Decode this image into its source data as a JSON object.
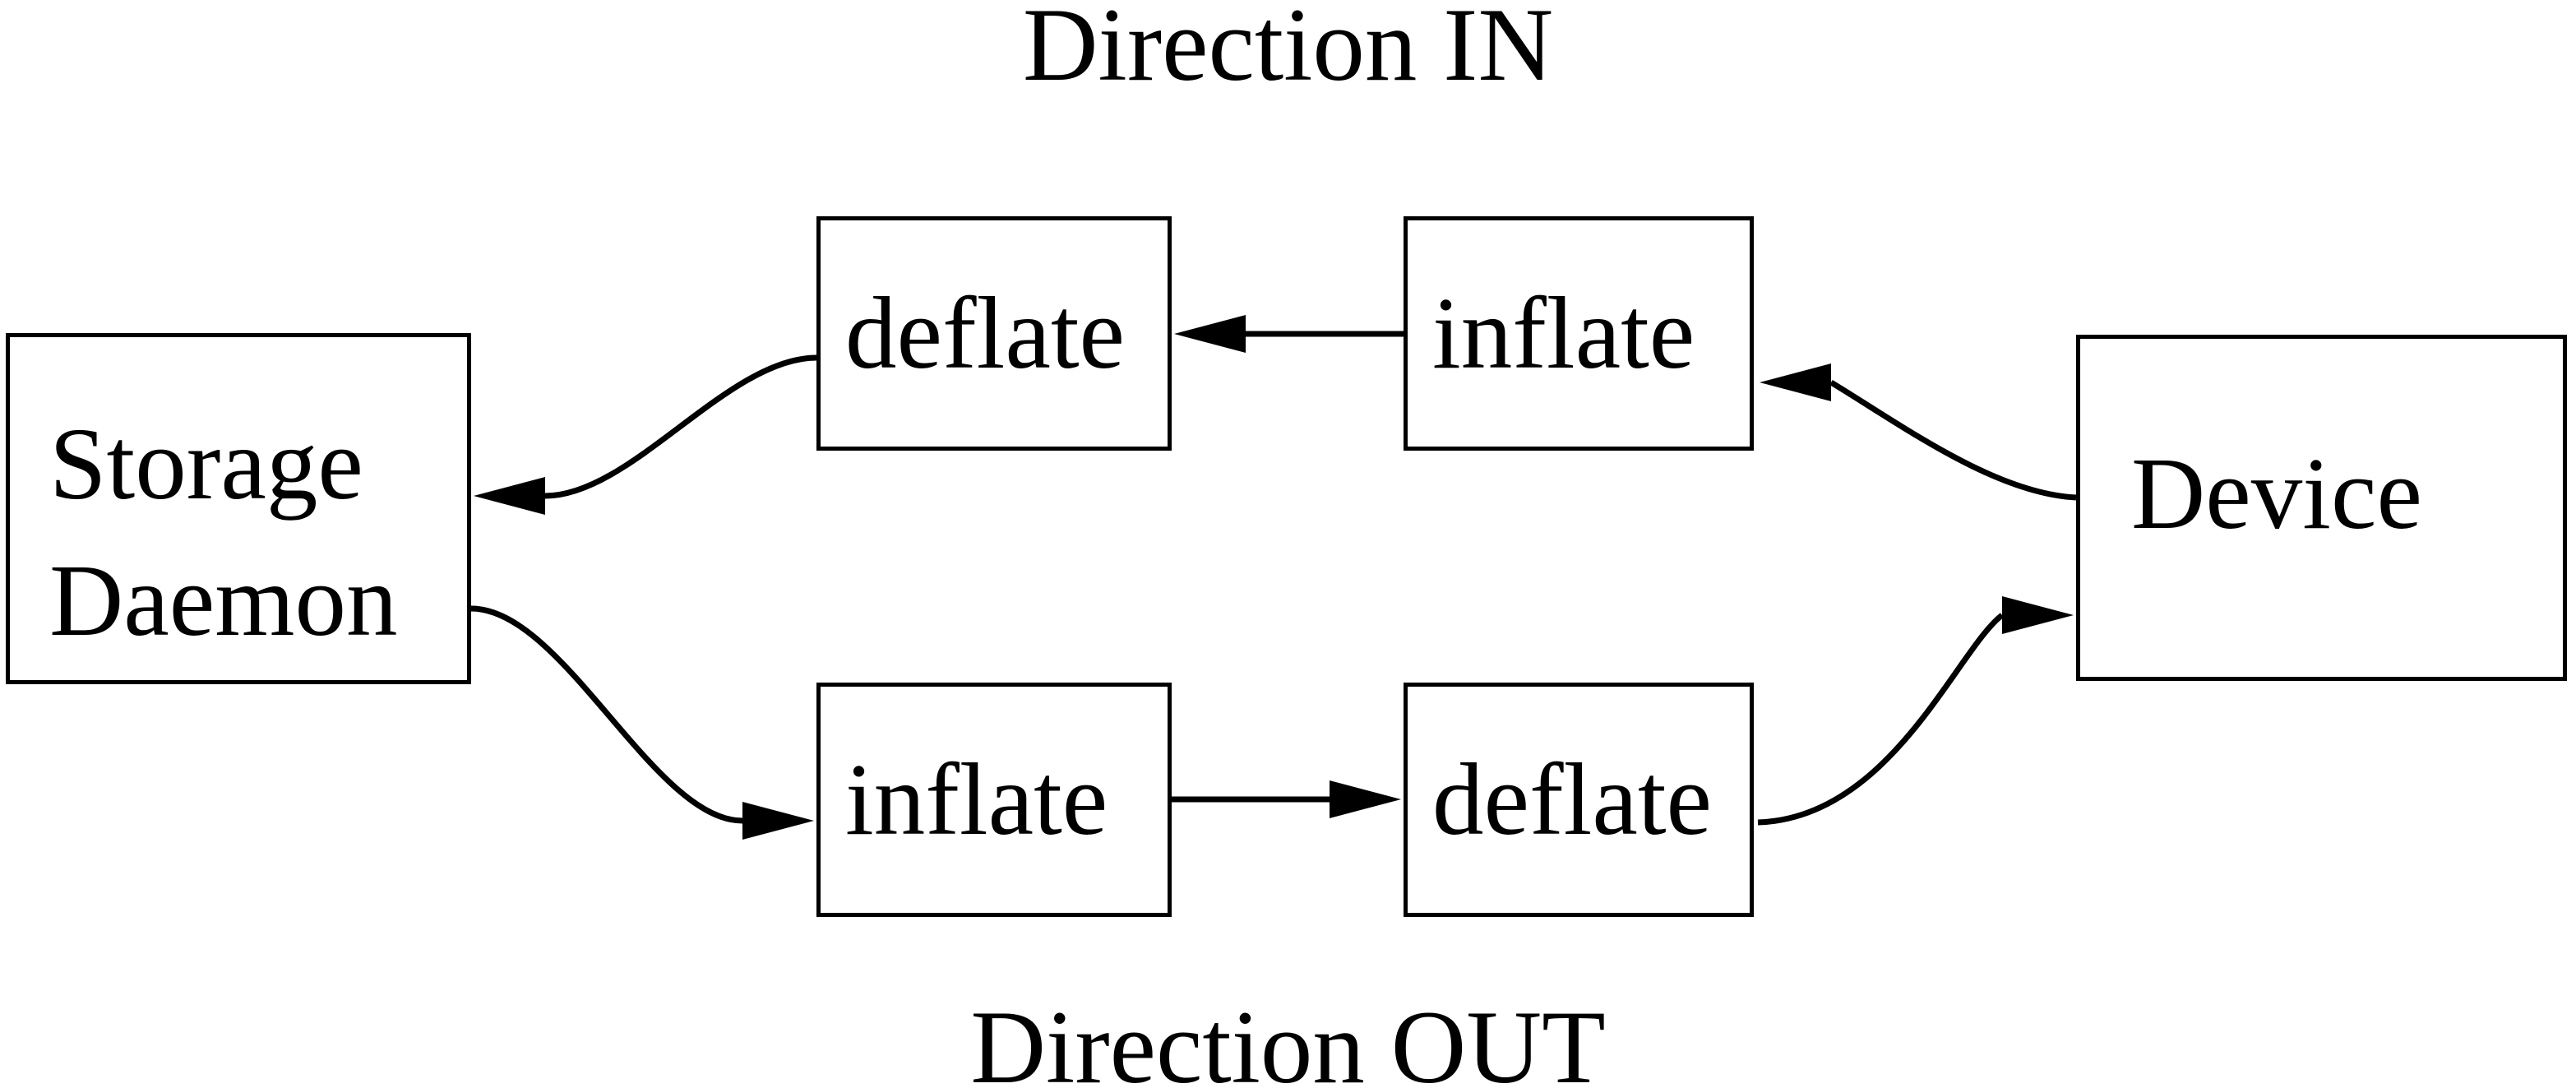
{
  "diagram": {
    "title_top": "Direction IN",
    "title_bottom": "Direction OUT",
    "nodes": {
      "storage_daemon": {
        "line1": "Storage",
        "line2": "Daemon"
      },
      "deflate_top": {
        "label": "deflate"
      },
      "inflate_top": {
        "label": "inflate"
      },
      "inflate_bottom": {
        "label": "inflate"
      },
      "deflate_bottom": {
        "label": "deflate"
      },
      "device": {
        "label": "Device"
      }
    },
    "flows": {
      "in": "Device -> inflate -> deflate -> Storage Daemon",
      "out": "Storage Daemon -> inflate -> deflate -> Device"
    },
    "colors": {
      "ink": "#000000",
      "background": "#ffffff"
    }
  }
}
